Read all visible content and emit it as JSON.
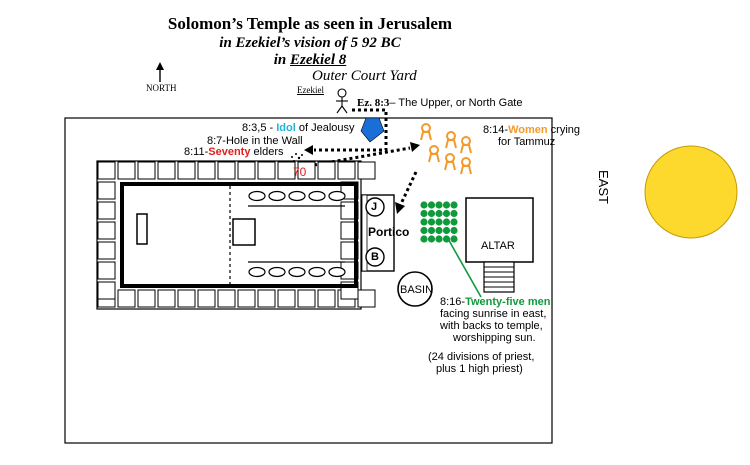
{
  "title": "Solomon’s Temple as seen in Jerusalem",
  "subtitle_line1": "in Ezekiel’s vision of 5 92 BC",
  "subtitle_line2_prefix": "in ",
  "subtitle_line2_ref": "Ezekiel 8",
  "subtitle_line3": "Outer Court Yard",
  "north_label": "NORTH",
  "ezekiel_label": "Ezekiel",
  "gate_ref": "Ez. 8:3",
  "gate_text": "– The Upper, or North Gate",
  "idol_ref": "8:3,5 - ",
  "idol_word": "Idol",
  "idol_rest": " of Jealousy",
  "hole_text": "8:7-Hole in the Wall",
  "seventy_ref": "8:11-",
  "seventy_word": "Seventy",
  "seventy_rest": " elders",
  "seventy_number": "70",
  "women_ref": "8:14-",
  "women_word": "Women",
  "women_rest": " crying",
  "women_line2": "for Tammuz",
  "east_label": "EAST",
  "pillar_j": "J",
  "pillar_b": "B",
  "portico_label": "Portico",
  "altar_label": "ALTAR",
  "basin_label": "BASIN",
  "men_ref": "8:16-",
  "men_word": "Twenty-five men",
  "men_line2": "facing sunrise in east,",
  "men_line3": "with  backs to temple,",
  "men_line4": "worshipping sun.",
  "note_line1": "(24 divisions of priest,",
  "note_line2": "plus 1 high priest)",
  "colors": {
    "red": "#e0201e",
    "cyan": "#20b4d8",
    "idol_blue": "#1a6fd6",
    "orange": "#f39a2b",
    "green": "#119a3c",
    "sun": "#fdd82d"
  }
}
